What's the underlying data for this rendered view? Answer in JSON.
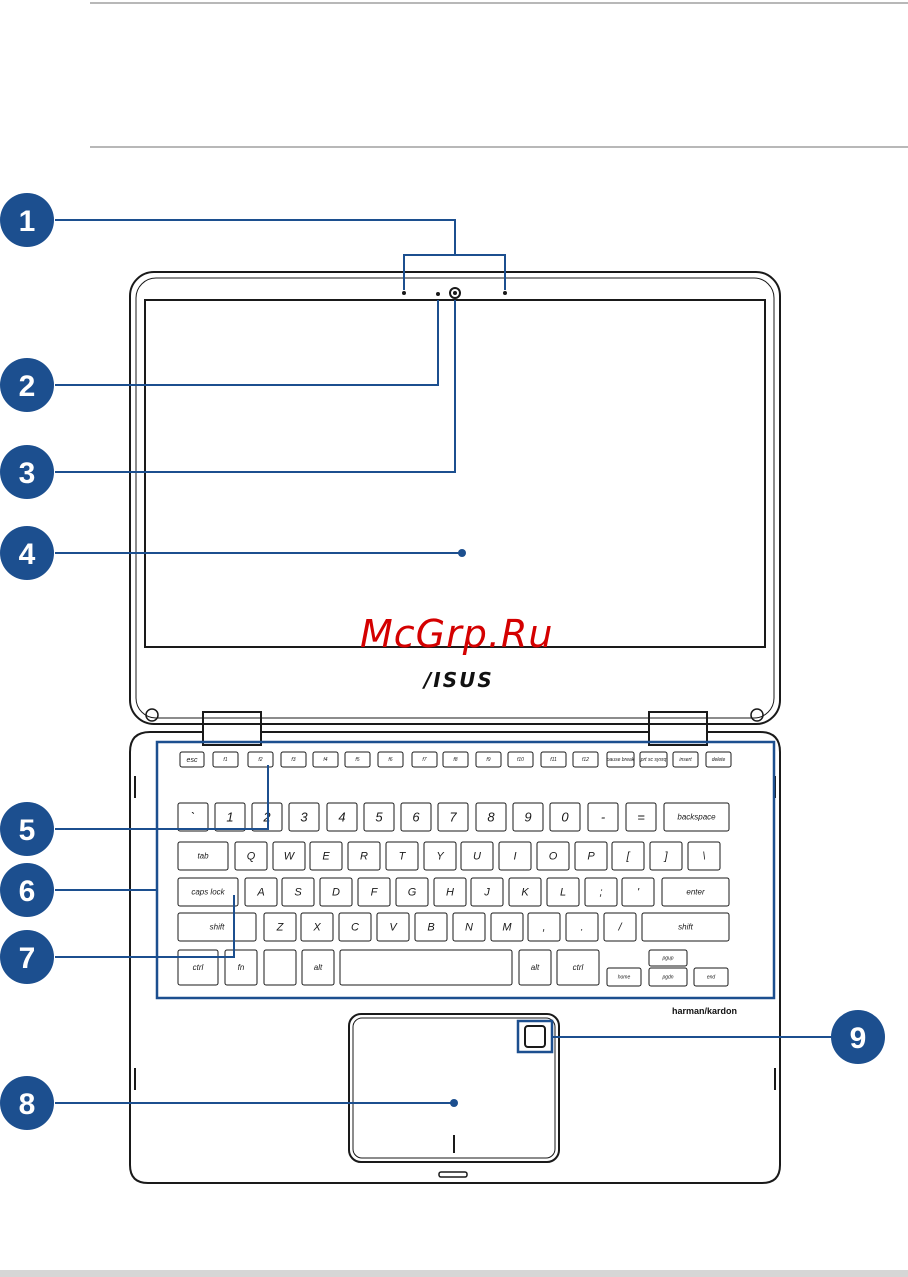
{
  "callouts": [
    "1",
    "2",
    "3",
    "4",
    "5",
    "6",
    "7",
    "8",
    "9"
  ],
  "watermark": "McGrp.Ru",
  "logo": "/ISUS",
  "speaker_brand": "harman/kardon",
  "colors": {
    "callout": "#1c4f8f",
    "line": "#1c4f8f",
    "outline": "#1a1a1a",
    "watermark": "#d40000"
  },
  "keyboard": {
    "row0": [
      "esc",
      "f1",
      "f2",
      "f3",
      "f4",
      "f5",
      "f6",
      "f7",
      "f8",
      "f9",
      "f10",
      "f11",
      "f12",
      "pause break",
      "prt sc sysrq",
      "insert",
      "delete"
    ],
    "row1": [
      "`",
      "1",
      "2",
      "3",
      "4",
      "5",
      "6",
      "7",
      "8",
      "9",
      "0",
      "-",
      "=",
      "backspace"
    ],
    "row2": [
      "tab",
      "Q",
      "W",
      "E",
      "R",
      "T",
      "Y",
      "U",
      "I",
      "O",
      "P",
      "[",
      "]",
      "\\"
    ],
    "row3": [
      "caps lock",
      "A",
      "S",
      "D",
      "F",
      "G",
      "H",
      "J",
      "K",
      "L",
      ";",
      "'",
      "enter"
    ],
    "row4": [
      "shift",
      "Z",
      "X",
      "C",
      "V",
      "B",
      "N",
      "M",
      ",",
      ".",
      "/",
      "shift"
    ],
    "row5": [
      "ctrl",
      "fn",
      "alt",
      "alt",
      "ctrl"
    ],
    "nav": [
      "pgup",
      "home",
      "pgdn",
      "end"
    ]
  }
}
